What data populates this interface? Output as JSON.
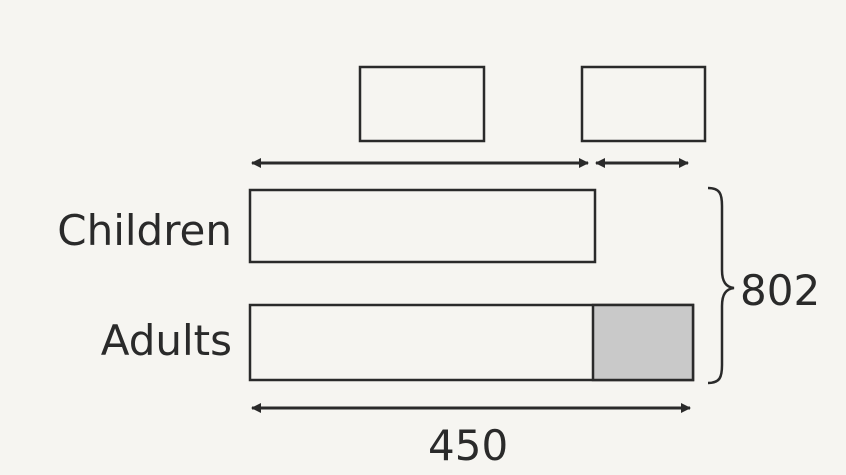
{
  "labels": {
    "children": "Children",
    "adults": "Adults",
    "total": "802",
    "adults_total": "450"
  },
  "colors": {
    "line": "#2a2a2a",
    "bar_fill": "#f6f5f1",
    "extra_fill": "#c9c9c9",
    "background": "#f6f5f1"
  }
}
